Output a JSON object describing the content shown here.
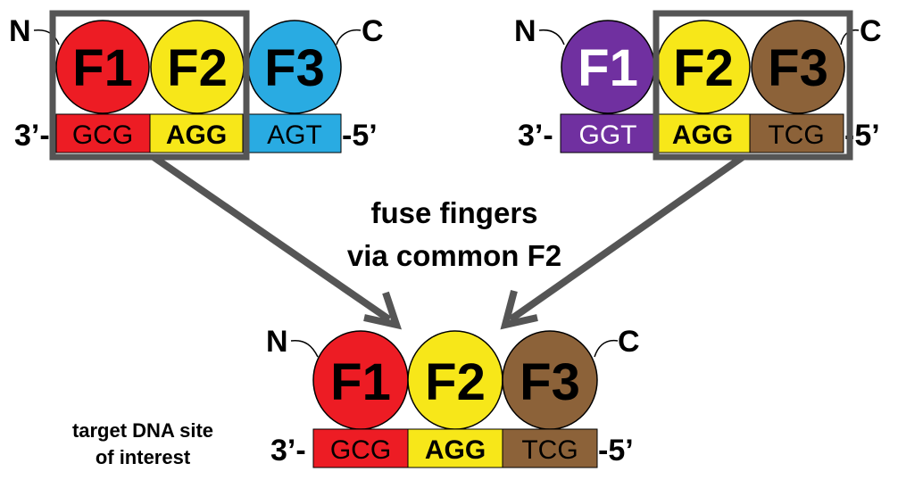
{
  "colors": {
    "red": "#ed1c24",
    "yellow": "#f7e719",
    "blue": "#29abe2",
    "purple": "#7030a0",
    "brown": "#8c6239",
    "gray": "#555555"
  },
  "terminus": {
    "n": "N",
    "c": "C",
    "three_prime": "3’-",
    "five_prime": "-5’"
  },
  "left": {
    "fingers": [
      "F1",
      "F2",
      "F3"
    ],
    "triplets": [
      "GCG",
      "AGG",
      "AGT"
    ]
  },
  "right": {
    "fingers": [
      "F1",
      "F2",
      "F3"
    ],
    "triplets": [
      "GGT",
      "AGG",
      "TCG"
    ]
  },
  "result": {
    "fingers": [
      "F1",
      "F2",
      "F3"
    ],
    "triplets": [
      "GCG",
      "AGG",
      "TCG"
    ]
  },
  "caption": {
    "line1": "fuse fingers",
    "line2": "via common F2"
  },
  "target_label": {
    "line1": "target DNA site",
    "line2": "of interest"
  }
}
